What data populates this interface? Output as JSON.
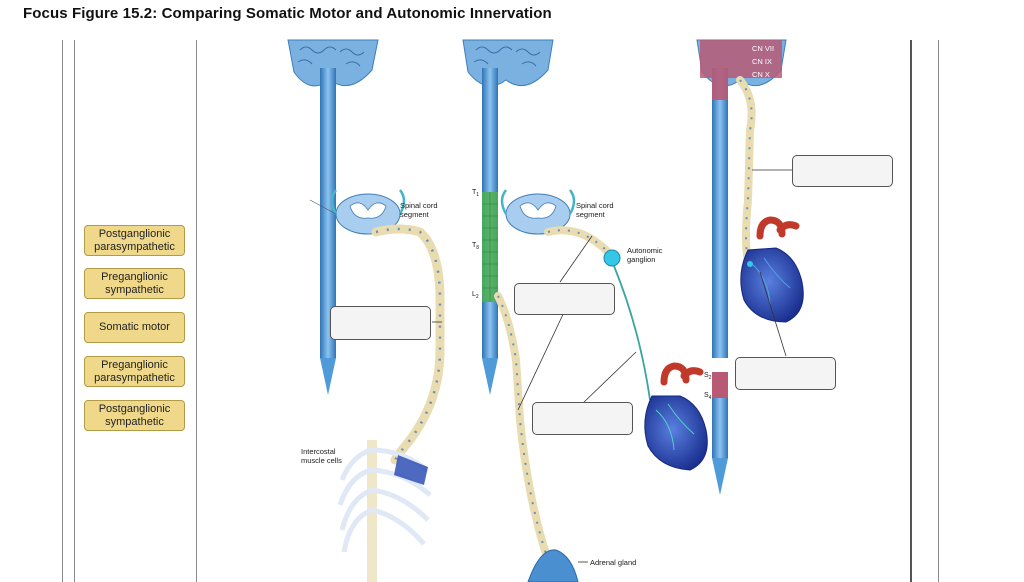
{
  "title": "Focus Figure 15.2: Comparing Somatic Motor and Autonomic Innervation",
  "label_bank": [
    {
      "text": "Postganglionic\nparasympathetic"
    },
    {
      "text": "Preganglionic\nsympathetic"
    },
    {
      "text": "Somatic motor"
    },
    {
      "text": "Preganglionic\nparasympathetic"
    },
    {
      "text": "Postganglionic\nsympathetic"
    }
  ],
  "diagram_labels": {
    "spinal_cord_segment_1": "Spinal cord\nsegment",
    "spinal_cord_segment_2": "Spinal cord\nsegment",
    "autonomic_ganglion": "Autonomic\nganglion",
    "intercostal": "Intercostal\nmuscle cells",
    "adrenal_gland": "Adrenal gland",
    "t1": "T",
    "t1_sub": "1",
    "t8": "T",
    "t8_sub": "8",
    "l2": "L",
    "l2_sub": "2",
    "s2": "S",
    "s2_sub": "2",
    "s4": "S",
    "s4_sub": "4",
    "cn_vii": "CN VII",
    "cn_ix": "CN IX",
    "cn_x": "CN X"
  },
  "drop_targets": [
    {
      "id": "somatic",
      "value": ""
    },
    {
      "id": "sym-pre",
      "value": ""
    },
    {
      "id": "sym-post",
      "value": ""
    },
    {
      "id": "para-pre",
      "value": ""
    },
    {
      "id": "para-post",
      "value": ""
    }
  ],
  "colors": {
    "label_fill": "#efd88a",
    "cord_blue": "#4f9ad8",
    "brain_blue": "#7ab1e0",
    "brain_red": "#b85a75",
    "thoracolumbar_green": "#4caf50",
    "heart_blue": "#2748b8",
    "aorta_red": "#c0392b",
    "axon_beige": "#e8dcb0"
  }
}
